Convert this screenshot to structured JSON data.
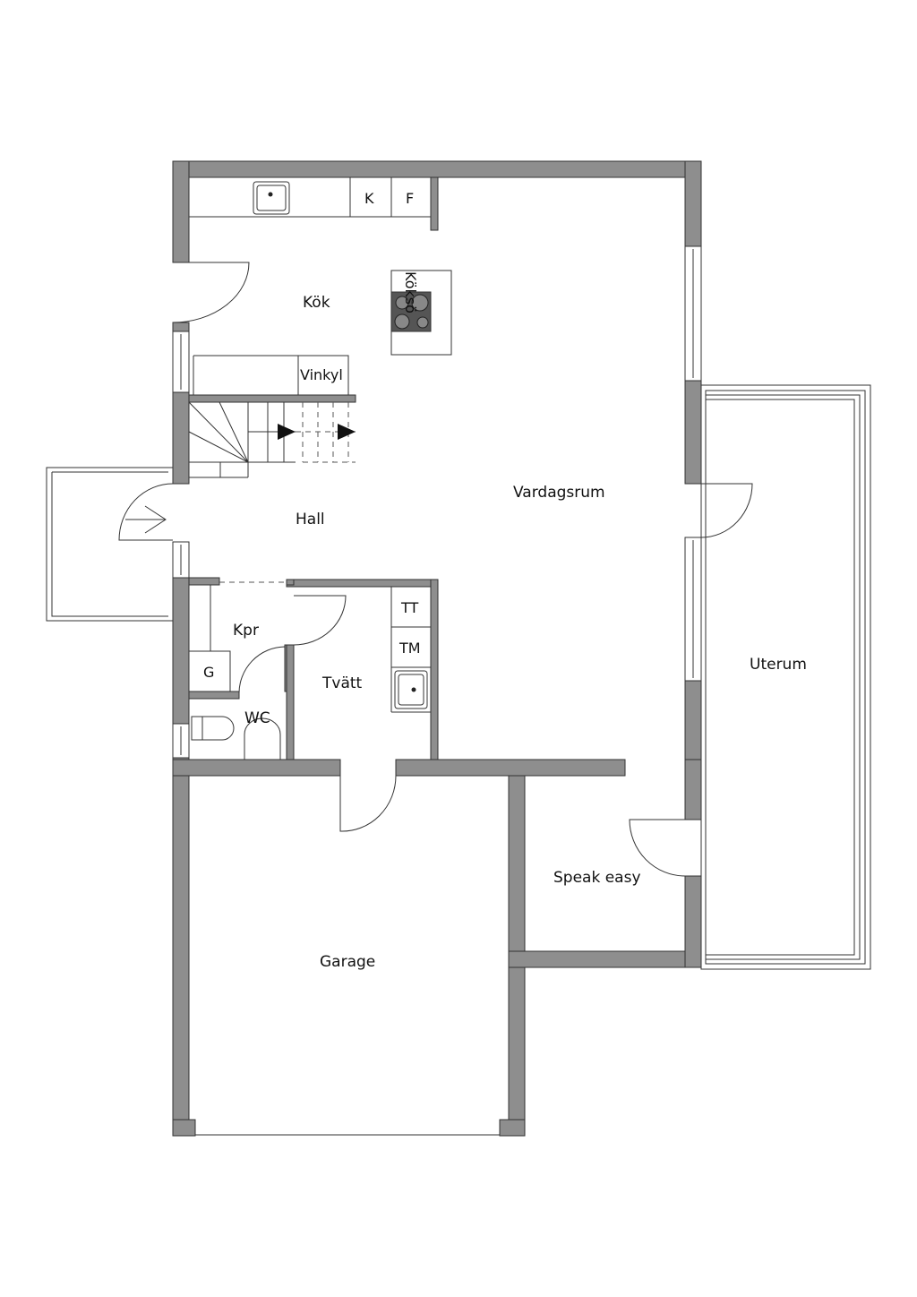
{
  "rooms": {
    "kitchen": "Kök",
    "living_room": "Vardagsrum",
    "hall": "Hall",
    "closet": "Kpr",
    "laundry": "Tvätt",
    "wc": "WC",
    "garage": "Garage",
    "speak_easy": "Speak easy",
    "sunroom": "Uterum"
  },
  "fixtures": {
    "fridge": "K",
    "freezer": "F",
    "wine_cooler": "Vinkyl",
    "stove": "Köksö",
    "dryer": "TT",
    "washer": "TM",
    "g": "G"
  },
  "colors": {
    "wall": "#8e8e8e",
    "stove": "#555555"
  }
}
